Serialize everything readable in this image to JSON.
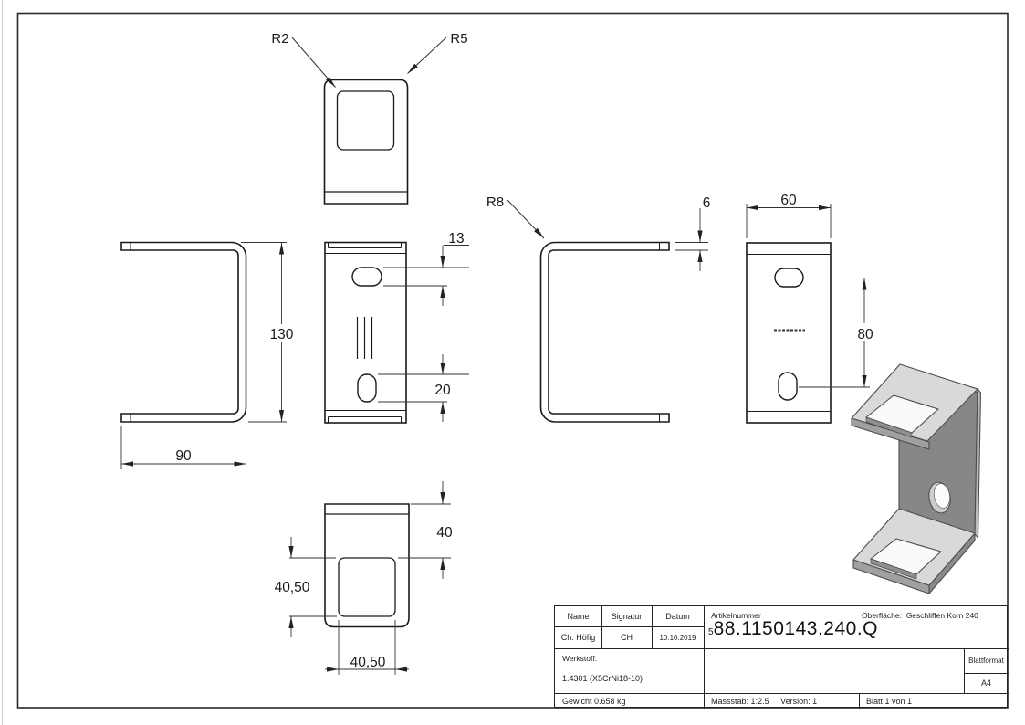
{
  "sheet": {
    "callouts": {
      "r2": "R2",
      "r5": "R5",
      "r8": "R8"
    },
    "dims": {
      "d130": "130",
      "d90": "90",
      "d13": "13",
      "d20": "20",
      "d6": "6",
      "d60": "60",
      "d80": "80",
      "d40": "40",
      "d4050_left": "40,50",
      "d4050_bottom": "40,50"
    },
    "frame_color": "#2a2a2a",
    "part_color": "#1a1a1a",
    "iso_face_light": "#d9d9d9",
    "iso_face_dark": "#878787"
  },
  "title_block": {
    "name_label": "Name",
    "signatur_label": "Signatur",
    "datum_label": "Datum",
    "name": "Ch. Höfig",
    "signatur": "CH",
    "datum": "10.10.2019",
    "artikelnummer_label": "Artikelnummer",
    "artikelnummer_prefix": "5",
    "artikelnummer": "88.1150143.240.Q",
    "oberflaeche_label": "Oberfläche:",
    "oberflaeche": "Geschliffen Korn 240",
    "werkstoff_label": "Werkstoff:",
    "werkstoff": "1.4301 (X5CrNi18-10)",
    "gewicht": "Gewicht 0.658 kg",
    "massstab": "Massstab: 1:2.5",
    "version": "Version: 1",
    "blatt": "Blatt 1 von 1",
    "blattformat_label": "Blattformat",
    "blattformat": "A4"
  }
}
